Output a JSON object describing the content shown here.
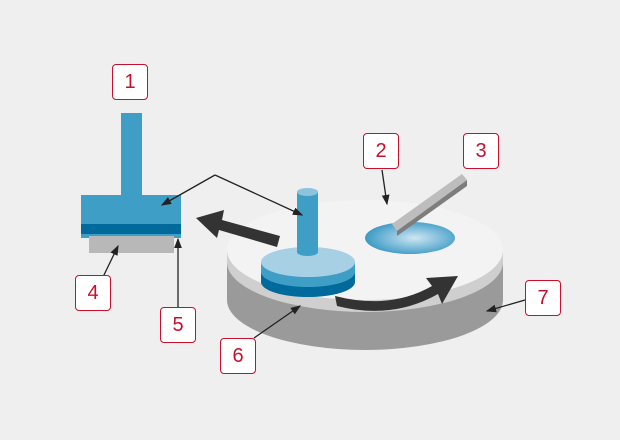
{
  "labels": [
    "1",
    "2",
    "3",
    "4",
    "5",
    "6",
    "7"
  ],
  "colors": {
    "accent": "#c8102e",
    "blue": "#3e9ec6",
    "dark_blue": "#006a9c",
    "light_blue": "#9fcbe0",
    "platen_top": "#f2f2f2",
    "platen_side": "#999999",
    "arrow": "#333333"
  }
}
